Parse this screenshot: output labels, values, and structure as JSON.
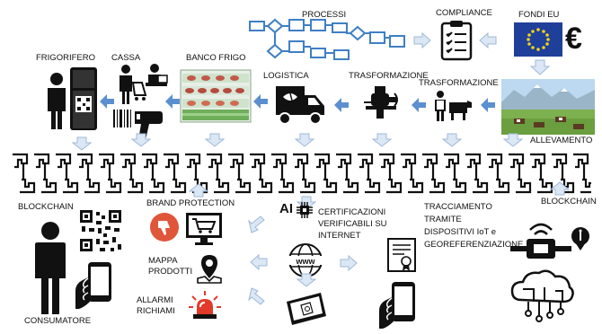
{
  "top_row": {
    "processi": "PROCESSI",
    "compliance": "COMPLIANCE",
    "fondi_eu": "FONDI EU",
    "euro_symbol": "€",
    "frigorifero": "FRIGORIFERO",
    "cassa": "CASSA",
    "banco_frigo": "BANCO FRIGO",
    "logistica": "LOGISTICA",
    "trasformazione_1": "TRASFORMAZIONE",
    "trasformazione_2": "TRASFORMAZIONE",
    "allevamento": "ALLEVAMENTO"
  },
  "bottom_row": {
    "blockchain_left": "BLOCKCHAIN",
    "brand_protection": "BRAND PROTECTION",
    "ai_label": "AI",
    "certificazioni": [
      "CERTIFICAZIONI",
      "VERIFICABILI SU",
      "INTERNET"
    ],
    "tracciamento": [
      "TRACCIAMENTO",
      "TRAMITE",
      "DISPOSITIVI IoT e",
      "GEOREFERENZIAZIONE"
    ],
    "blockchain_right": "BLOCKCHAIN",
    "mappa_prodotti": [
      "MAPPA",
      "PRODOTTI"
    ],
    "allarmi_richiami": [
      "ALLARMI",
      "RICHIAMI"
    ],
    "consumatore": "CONSUMATORE"
  },
  "colors": {
    "arrow_fill": "#dbe7f5",
    "arrow_stroke": "#9fb8d6",
    "flow_arrow": "#5b8fd0",
    "process_blue": "#3f7fc4",
    "eu_blue": "#1f3f9a",
    "eu_star": "#f2d21b",
    "thumb_red": "#e0563a",
    "alarm_red": "#e23a2a"
  }
}
